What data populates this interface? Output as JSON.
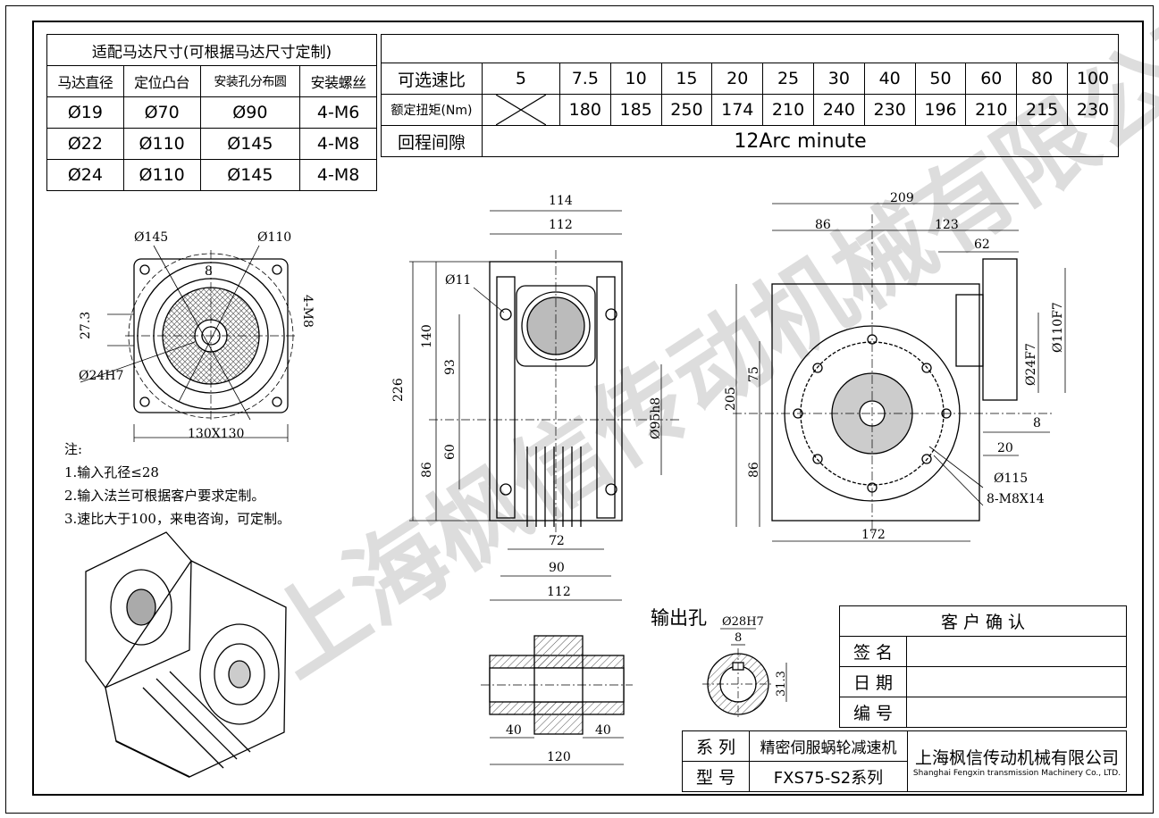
{
  "motor_table": {
    "title": "适配马达尺寸(可根据马达尺寸定制)",
    "headers": [
      "马达直径",
      "定位凸台",
      "安装孔分布圆",
      "安装螺丝"
    ],
    "rows": [
      [
        "Ø19",
        "Ø70",
        "Ø90",
        "4-M6"
      ],
      [
        "Ø22",
        "Ø110",
        "Ø145",
        "4-M8"
      ],
      [
        "Ø24",
        "Ø110",
        "Ø145",
        "4-M8"
      ]
    ]
  },
  "ratio_table": {
    "ratio_label": "可选速比",
    "ratios": [
      "5",
      "7.5",
      "10",
      "15",
      "20",
      "25",
      "30",
      "40",
      "50",
      "60",
      "80",
      "100"
    ],
    "torque_label": "额定扭矩(Nm)",
    "torques": [
      "180",
      "185",
      "250",
      "174",
      "210",
      "240",
      "230",
      "196",
      "210",
      "215",
      "230"
    ],
    "backlash_label": "回程间隙",
    "backlash_value": "12Arc minute"
  },
  "notes": {
    "title": "注:",
    "items": [
      "1.输入孔径≤28",
      "2.输入法兰可根据客户要求定制。",
      "3.速比大于100，来电咨询，可定制。"
    ]
  },
  "flange_view": {
    "d1": "Ø145",
    "d2": "Ø110",
    "key": "8",
    "holes": "4-M8",
    "h": "27.3",
    "bore": "Ø24H7",
    "size": "130X130"
  },
  "front_view": {
    "w_outer": "114",
    "w_inner": "112",
    "hole": "Ø11",
    "h_total": "226",
    "h_upper": "140",
    "h_mid": "93",
    "h_lower": "86",
    "h_foot": "60",
    "bore": "Ø95h8",
    "b1": "72",
    "b2": "90",
    "b3": "112"
  },
  "side_view": {
    "w_total": "209",
    "w_left": "86",
    "w_right": "123",
    "w_flange": "62",
    "h_total": "205",
    "h_upper": "75",
    "h_lower": "86",
    "d_flange": "Ø110F7",
    "d_shaft": "Ø24F7",
    "t1": "8",
    "t2": "20",
    "pcd": "Ø115",
    "holes": "8-M8X14",
    "base": "172"
  },
  "output_hole": {
    "title": "输出孔",
    "bore": "Ø28H7",
    "key": "8",
    "depth": "31.3"
  },
  "section_view": {
    "l1": "40",
    "l2": "40",
    "total": "120"
  },
  "watermark": "上海枫信传动机械有限公司",
  "confirm_table": {
    "title": "客 户 确 认",
    "rows": [
      "签 名",
      "日 期",
      "编 号"
    ]
  },
  "title_block": {
    "series_label": "系 列",
    "series_value": "精密伺服蜗轮减速机",
    "model_label": "型 号",
    "model_value": "FXS75-S2系列",
    "company_cn": "上海枫信传动机械有限公司",
    "company_en": "Shanghai Fengxin transmission Machinery Co., LTD."
  }
}
